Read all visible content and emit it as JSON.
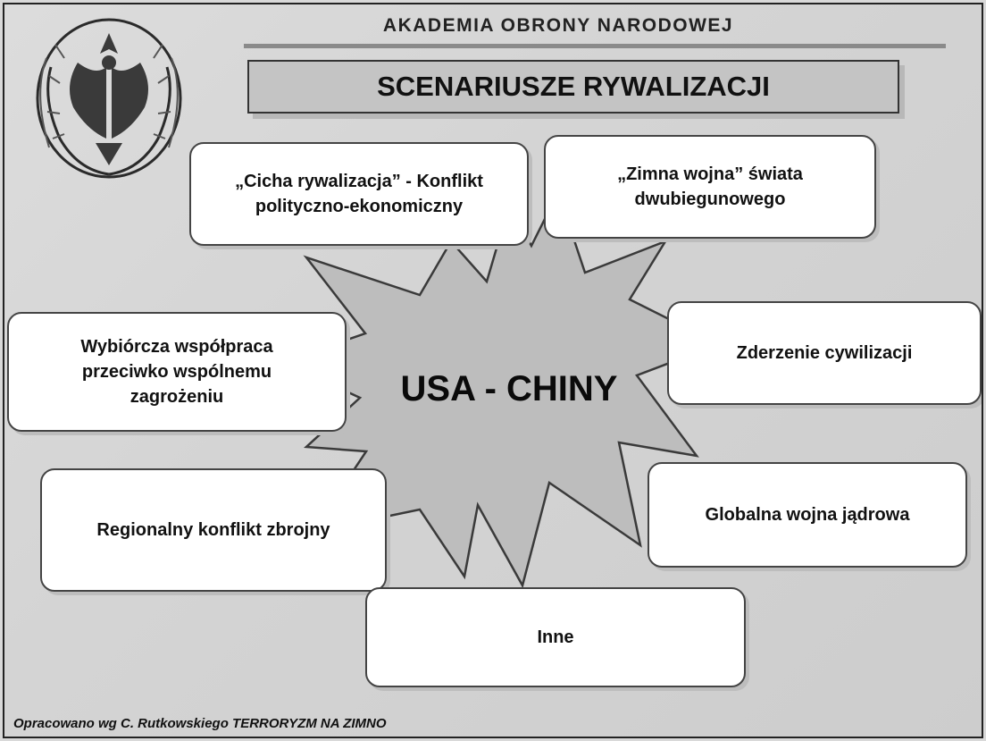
{
  "header": {
    "academy_name": "AKADEMIA OBRONY NARODOWEJ",
    "title": "SCENARIUSZE RYWALIZACJI"
  },
  "emblem": {
    "icon": "eagle-emblem-icon"
  },
  "center": {
    "label": "USA - CHINY"
  },
  "scenarios": {
    "cicha": "„Cicha rywalizacja” - Konflikt\npolityczno-ekonomiczny",
    "zimna": "„Zimna wojna” świata\ndwubiegunowego",
    "wybiorcza": "Wybiórcza współpraca\nprzeciwko wspólnemu\nzagrożeniu",
    "zderzenie": "Zderzenie cywilizacji",
    "regionalny": "Regionalny konflikt zbrojny",
    "globalna": "Globalna wojna jądrowa",
    "inne": "Inne"
  },
  "footer": {
    "source": "Opracowano wg C. Rutkowskiego TERRORYZM NA ZIMNO"
  },
  "colors": {
    "background": "#d4d4d4",
    "title_fill": "#c4c4c4",
    "burst_fill": "#bdbdbd",
    "box_fill": "#ffffff"
  }
}
